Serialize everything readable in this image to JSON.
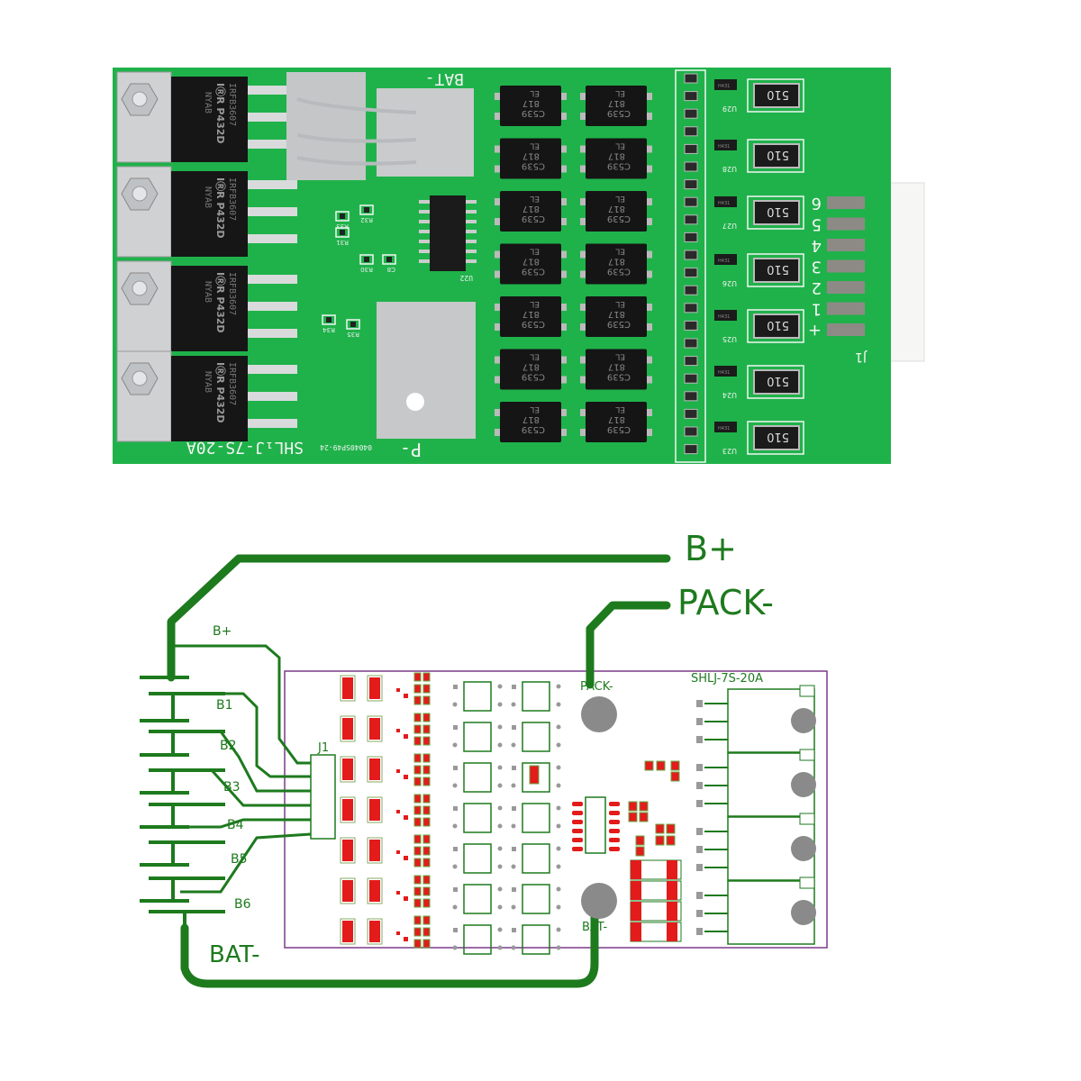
{
  "photo": {
    "board_label": "SHL₁J-7S-20A",
    "serial": "04040SP49-24",
    "pad_bat": "BAT-",
    "pad_p": "P-",
    "mosfet": {
      "line1": "IRFB3607",
      "line2": "IⓇR P432D",
      "line3": "NYAB"
    },
    "ic_label": "U22",
    "opto": {
      "line1": "C539",
      "line2": "817",
      "line3": "EL"
    },
    "shunt_value": "510",
    "sot_marking": "H431",
    "regulators": [
      "U29",
      "U28",
      "U27",
      "U26",
      "U25",
      "U24",
      "U23"
    ],
    "connector_pins": [
      "6",
      "5",
      "4",
      "3",
      "2",
      "1",
      "+"
    ],
    "connector_label": "J1",
    "resistor_labels": [
      "R33",
      "R31",
      "R32",
      "R30",
      "C8",
      "R34",
      "R35"
    ],
    "colors": {
      "pcb": "#1fb24a",
      "trace": "#17a03f",
      "silk": "#f4f4f4",
      "chip": "#1b1b1b",
      "metal": "#c9cbcc"
    }
  },
  "diagram": {
    "wire_bplus": "B+",
    "wire_packminus": "PACK-",
    "wire_batminus": "BAT-",
    "cell_labels": [
      "B+",
      "B1",
      "B2",
      "B3",
      "B4",
      "B5",
      "B6"
    ],
    "connector_label": "J1",
    "pad_pack": "PACK-",
    "pad_bat": "BAT-",
    "board_title": "SHLJ-7S-20A",
    "colors": {
      "wire": "#1d7a1d",
      "outline": "#7a3a8a",
      "pad": "#e31b1b",
      "hole": "#8a8a8a"
    }
  }
}
